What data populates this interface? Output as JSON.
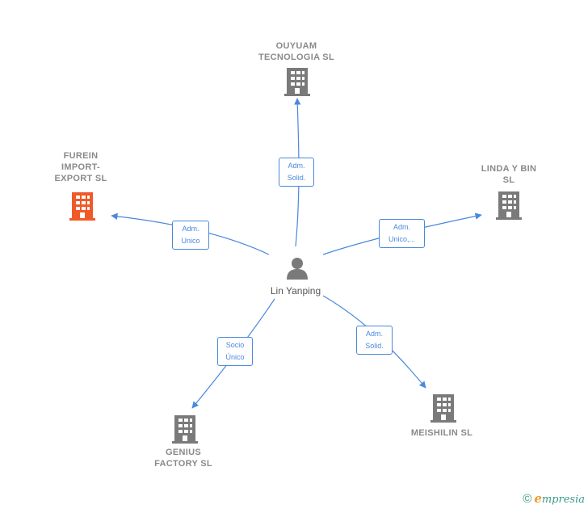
{
  "center": {
    "label": "Lin Yanping"
  },
  "companies": {
    "ouyuam": {
      "name": "OUYUAM\nTECNOLOGIA SL"
    },
    "furein": {
      "name": "FUREIN\nIMPORT-\nEXPORT  SL"
    },
    "linda": {
      "name": "LINDA Y BIN\nSL"
    },
    "genius": {
      "name": "GENIUS\nFACTORY  SL"
    },
    "meishilin": {
      "name": "MEISHILIN SL"
    }
  },
  "relations": {
    "ouyuam": "Adm.\nSolid.",
    "furein": "Adm.\nUnico",
    "linda": "Adm.\nUnico,...",
    "genius": "Socio\nÚnico",
    "meishilin": "Adm.\nSolid."
  },
  "colors": {
    "edge": "#4a89dc",
    "building": "#7a7a7a",
    "building_highlight": "#f05a28",
    "person": "#7a7a7a"
  },
  "footer": {
    "copyright": "©",
    "brand_e": "e",
    "brand_rest": "mpresia"
  }
}
